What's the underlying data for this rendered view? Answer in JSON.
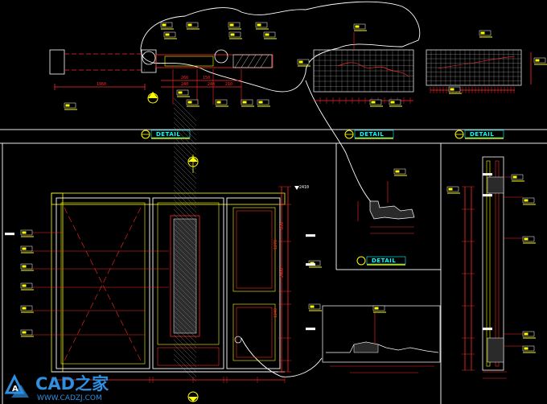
{
  "drawing": {
    "section_titles": [
      "DETAIL",
      "DETAIL",
      "DETAIL",
      "DETAIL"
    ],
    "plan_dims": [
      "1960",
      "260",
      "150",
      "240",
      "240",
      "210"
    ],
    "elevation_dims": [
      "2410",
      "2400",
      "870",
      "1240",
      "1270"
    ],
    "tag_label": "■■■■"
  },
  "watermark": {
    "brand": "CAD之家",
    "url": "WWW.CADZJ.COM",
    "logo_letter": "A"
  }
}
